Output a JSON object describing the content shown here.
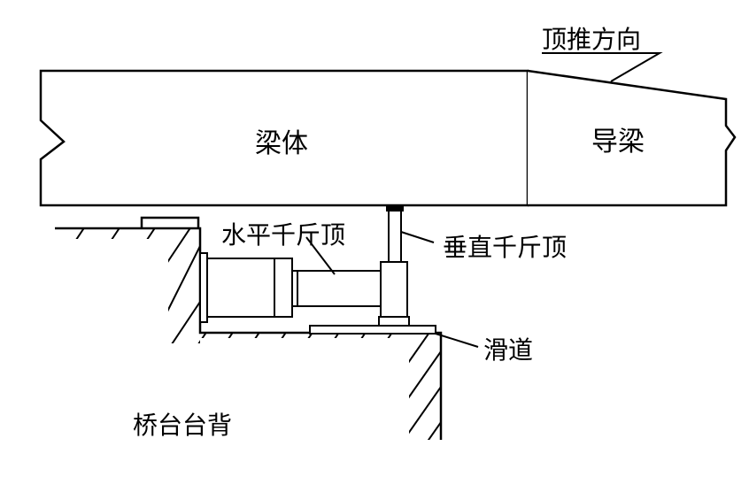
{
  "labels": {
    "push_direction": "顶推方向",
    "girder_body": "梁体",
    "guide_beam": "导梁",
    "horizontal_jack": "水平千斤顶",
    "vertical_jack": "垂直千斤顶",
    "slideway": "滑道",
    "abutment_back": "桥台台背"
  },
  "colors": {
    "stroke": "#000000",
    "fill": "#ffffff"
  }
}
